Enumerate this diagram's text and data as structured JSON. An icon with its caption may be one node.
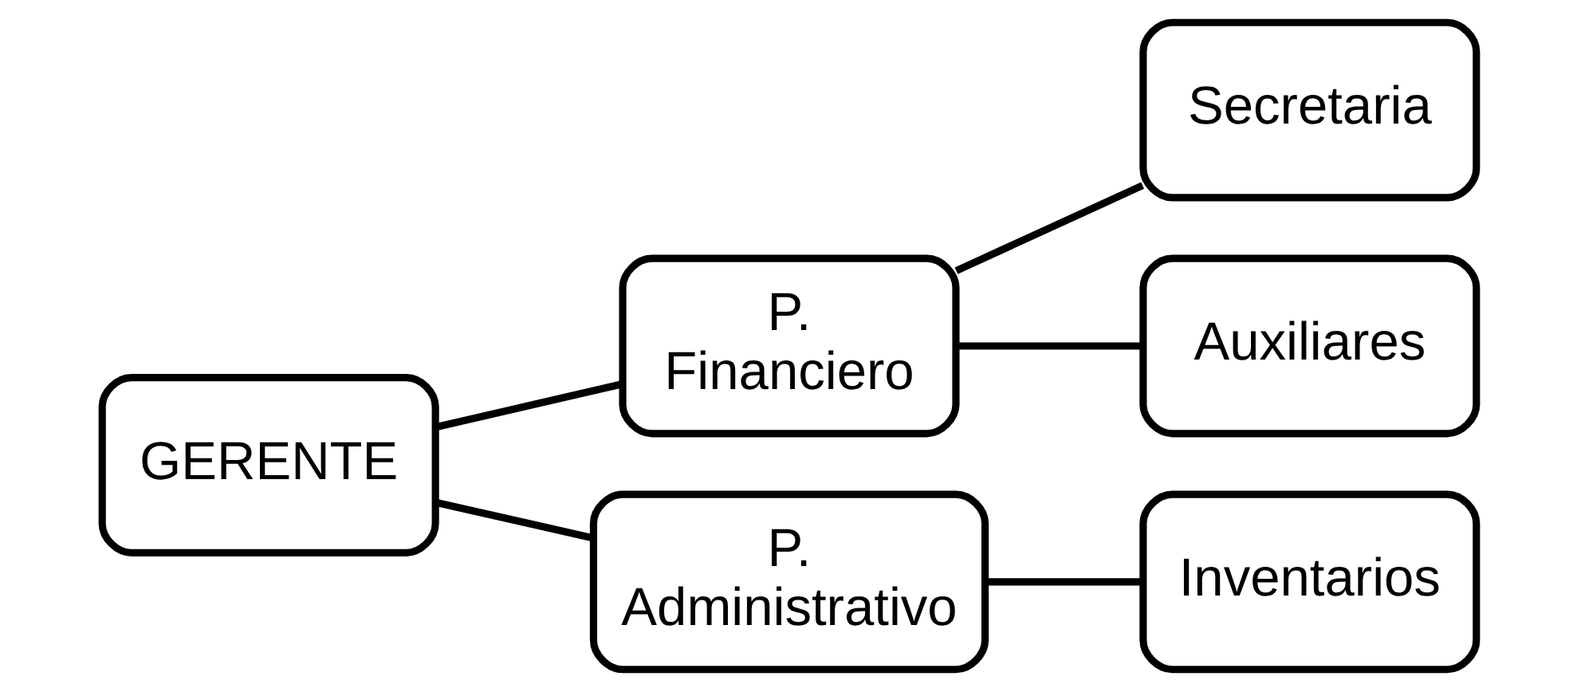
{
  "diagram": {
    "nodes": [
      {
        "text": [
          "GERENTE"
        ]
      },
      {
        "text": [
          "P. Financiero"
        ]
      },
      {
        "text": [
          "Secretaria"
        ]
      },
      {
        "text": [
          "Auxiliares"
        ]
      },
      {
        "text": [
          "P. Administrativo"
        ]
      },
      {
        "text": [
          "Inventarios"
        ]
      }
    ],
    "edges": [
      {
        "from": 0,
        "to": 1,
        "arrow": "none"
      },
      {
        "from": 0,
        "to": 4,
        "arrow": "none"
      },
      {
        "from": 1,
        "to": 2,
        "arrow": "none"
      },
      {
        "from": 1,
        "to": 3,
        "arrow": "none"
      },
      {
        "from": 4,
        "to": 5,
        "arrow": "none"
      }
    ]
  }
}
